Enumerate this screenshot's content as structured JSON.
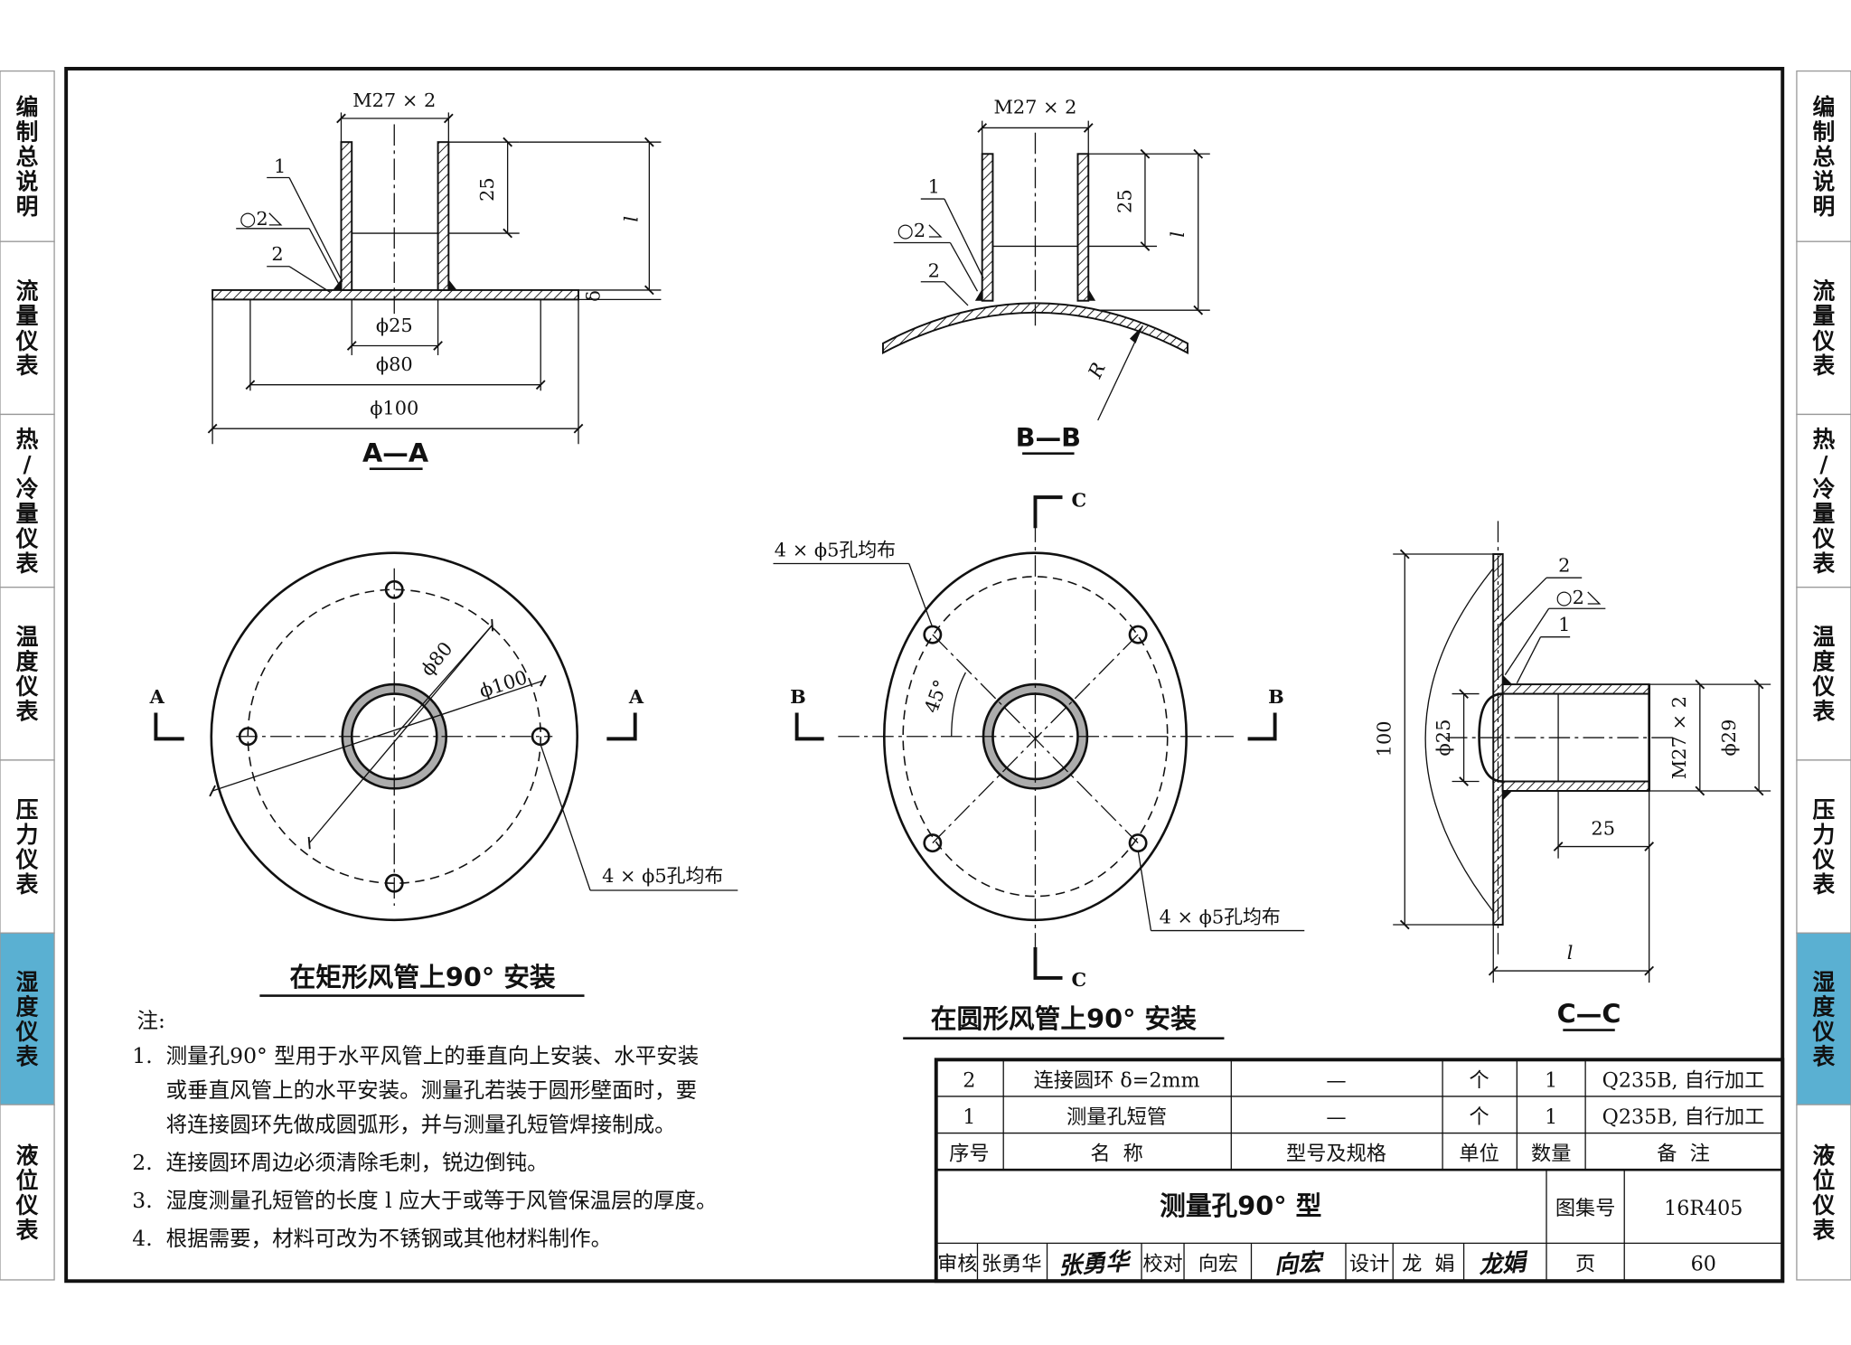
{
  "side_tabs_left": [
    {
      "label": "编制总说明",
      "active": false
    },
    {
      "label": "流量仪表",
      "active": false
    },
    {
      "label": "热/冷量仪表",
      "active": false
    },
    {
      "label": "温度仪表",
      "active": false
    },
    {
      "label": "压力仪表",
      "active": false
    },
    {
      "label": "湿度仪表",
      "active": true
    },
    {
      "label": "液位仪表",
      "active": false
    }
  ],
  "side_tabs_right": [
    {
      "label": "编制总说明",
      "active": false
    },
    {
      "label": "流量仪表",
      "active": false
    },
    {
      "label": "热/冷量仪表",
      "active": false
    },
    {
      "label": "温度仪表",
      "active": false
    },
    {
      "label": "压力仪表",
      "active": false
    },
    {
      "label": "湿度仪表",
      "active": true
    },
    {
      "label": "液位仪表",
      "active": false
    }
  ],
  "colors": {
    "active_tab": "#5ab0d2",
    "line": "#111111"
  },
  "sections": {
    "aa": {
      "label": "A—A",
      "thread": "M27 × 2",
      "dim_25": "25",
      "dim_l": "l",
      "dim_delta": "δ",
      "phi25": "ϕ25",
      "phi80": "ϕ80",
      "phi100": "ϕ100",
      "part1": "1",
      "part2": "2",
      "weld": "○2"
    },
    "bb": {
      "label": "B—B",
      "thread": "M27 × 2",
      "dim_25": "25",
      "dim_l": "l",
      "radius": "R",
      "part1": "1",
      "part2": "2",
      "weld": "○2"
    },
    "cc": {
      "label": "C—C",
      "dim_100": "100",
      "phi25": "ϕ25",
      "thread": "M27 × 2",
      "phi29": "ϕ29",
      "dim_25": "25",
      "dim_l": "l",
      "part1": "1",
      "part2": "2",
      "weld": "○2"
    }
  },
  "plan_rect": {
    "title": "在矩形风管上90° 安装",
    "phi80": "ϕ80",
    "phi100": "ϕ100",
    "holes": "4 × ϕ5孔均布",
    "mark_left": "A",
    "mark_right": "A"
  },
  "plan_round": {
    "title": "在圆形风管上90° 安装",
    "holes_top": "4 × ϕ5孔均布",
    "holes_bottom": "4 × ϕ5孔均布",
    "angle": "45°",
    "mark_left": "B",
    "mark_right": "B",
    "mark_top": "C",
    "mark_bottom": "C"
  },
  "notes": {
    "heading": "注:",
    "items": [
      "1.  测量孔90° 型用于水平风管上的垂直向上安装、水平安装",
      "     或垂直风管上的水平安装。测量孔若装于圆形壁面时，要",
      "     将连接圆环先做成圆弧形，并与测量孔短管焊接制成。",
      "2.  连接圆环周边必须清除毛刺，锐边倒钝。",
      "3.  湿度测量孔短管的长度 l 应大于或等于风管保温层的厚度。",
      "4.  根据需要，材料可改为不锈钢或其他材料制作。"
    ]
  },
  "parts_table": {
    "headers": [
      "序号",
      "名  称",
      "型号及规格",
      "单位",
      "数量",
      "备  注"
    ],
    "rows": [
      [
        "2",
        "连接圆环 δ=2mm",
        "—",
        "个",
        "1",
        "Q235B, 自行加工"
      ],
      [
        "1",
        "测量孔短管",
        "—",
        "个",
        "1",
        "Q235B, 自行加工"
      ]
    ]
  },
  "title_block": {
    "drawing_title": "测量孔90° 型",
    "atlas_label": "图集号",
    "atlas_no": "16R405",
    "review_label": "审核",
    "reviewer": "张勇华",
    "review_sign": "张勇华",
    "check_label": "校对",
    "checker": "向宏",
    "check_sign": "向宏",
    "design_label": "设计",
    "designer": "龙  娟",
    "design_sign": "龙娟",
    "page_label": "页",
    "page_no": "60"
  }
}
